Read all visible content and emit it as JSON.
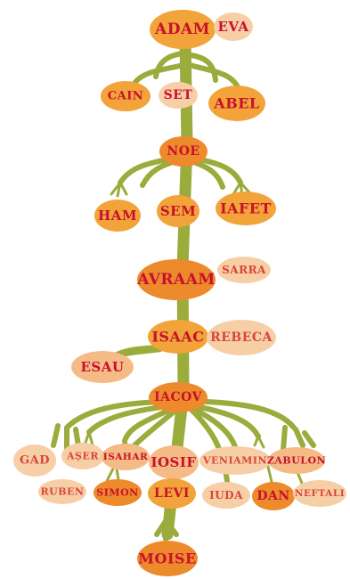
{
  "colors": {
    "branch": "#9bab3c",
    "branch_dark": "#7d8c2a",
    "node_orange": "#f2a33a",
    "node_deep": "#ec8a2c",
    "node_pale": "#f7cfa6",
    "node_peach": "#f5bb86",
    "text": "#c8102e"
  },
  "nodes": {
    "adam": "ADAM",
    "eva": "EVA",
    "cain": "CAIN",
    "set": "SET",
    "abel": "ABEL",
    "noe": "NOE",
    "ham": "HAM",
    "sem": "SEM",
    "iafet": "IAFET",
    "avraam": "AVRAAM",
    "sarra": "SARRA",
    "isaac": "ISAAC",
    "rebeca": "REBECA",
    "esau": "ESAU",
    "iacov": "IACOV",
    "gad": "GAD",
    "aser": "AȘER",
    "isahar": "ISAHAR",
    "iosif": "IOSIF",
    "veniamin": "VENIAMIN",
    "zabulon": "ZABULON",
    "ruben": "RUBEN",
    "simon": "SIMON",
    "levi": "LEVI",
    "iuda": "IUDA",
    "dan": "DAN",
    "neftali": "NEFTALI",
    "moise": "MOISE"
  }
}
